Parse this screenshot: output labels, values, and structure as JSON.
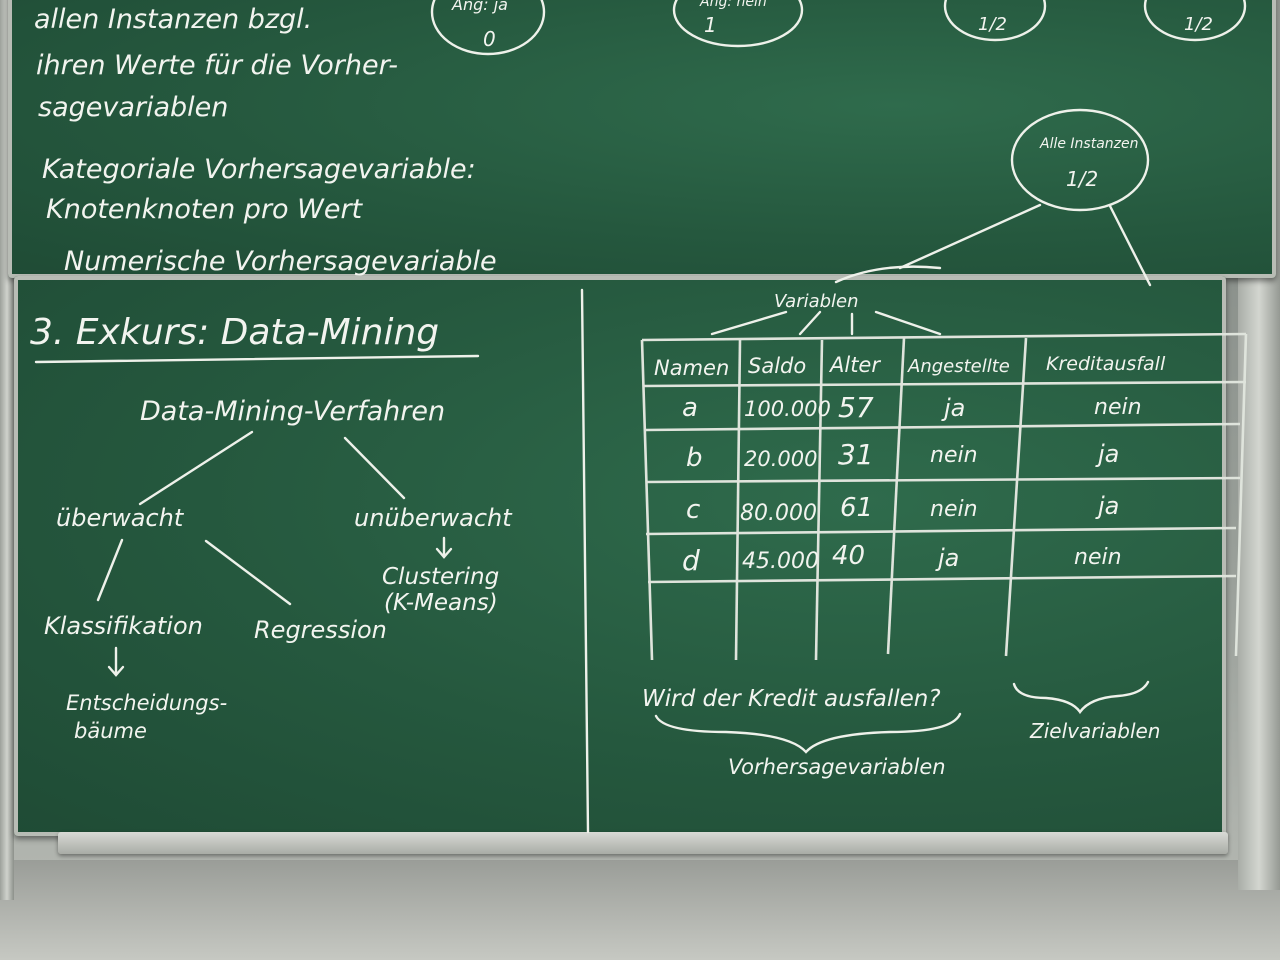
{
  "upper_board": {
    "lines": [
      "allen Instanzen bzgl.",
      "ihren Werte für die Vorher-",
      "sagevariablen",
      "Kategoriale Vorhersagevariable:",
      "Knotenknoten pro Wert",
      "Numerische Vorhersagevariable"
    ],
    "ellipses": [
      {
        "top": "Ang: ja",
        "bottom": "0"
      },
      {
        "top": "Ang: nein",
        "bottom": "1"
      },
      {
        "top": "",
        "bottom": "1/2"
      },
      {
        "top": "",
        "bottom": "1/2"
      }
    ],
    "root_node": {
      "label": "Alle Instanzen",
      "value": "1/2"
    }
  },
  "left": {
    "heading": "3. Exkurs: Data-Mining",
    "method": "Data-Mining-Verfahren",
    "supervised": "überwacht",
    "unsupervised": "unüberwacht",
    "clustering": "Clustering",
    "kmeans": "(K-Means)",
    "classification": "Klassifikation",
    "regression": "Regression",
    "trees_1": "Entscheidungs-",
    "trees_2": "bäume"
  },
  "table": {
    "variables_label": "Variablen",
    "headers": [
      "Namen",
      "Saldo",
      "Alter",
      "Angestellte",
      "Kreditausfall"
    ],
    "rows": [
      [
        "a",
        "100.000",
        "57",
        "ja",
        "nein"
      ],
      [
        "b",
        "20.000",
        "31",
        "nein",
        "ja"
      ],
      [
        "c",
        "80.000",
        "61",
        "nein",
        "ja"
      ],
      [
        "d",
        "45.000",
        "40",
        "ja",
        "nein"
      ]
    ],
    "question": "Wird der Kredit ausfallen?",
    "predictor_label": "Vorhersagevariablen",
    "target_label": "Zielvariablen"
  }
}
